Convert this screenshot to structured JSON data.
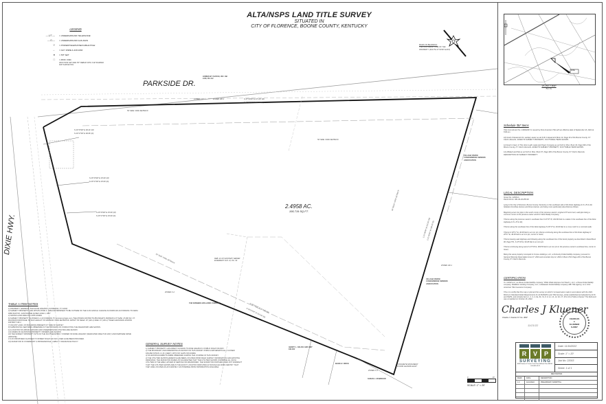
{
  "title": {
    "main": "ALTA/NSPS LAND TITLE SURVEY",
    "situated": "SITUATED IN",
    "location": "CITY OF FLORENCE, BOONE COUNTY, KENTUCKY"
  },
  "legend": {
    "heading": "LEGEND",
    "items": [
      {
        "symbol": "—UT—",
        "label": "= UNDERGROUND TELEPHONE"
      },
      {
        "symbol": "—G—",
        "label": "= UNDERGROUND GAS MAIN"
      },
      {
        "symbol": "Y",
        "label": "= POWER/TELEPHONE/CABLE POLE"
      },
      {
        "symbol": "→",
        "label": "= GUY WIRE & ANCHOR"
      },
      {
        "symbol": "●",
        "label": "= 5/8\" SET"
      },
      {
        "symbol": "□",
        "label": "= MON. FND."
      }
    ],
    "note": "IRON PINS SET ARE 5/8\" REBAR WITH CAP MARKED RVP SURVEYING"
  },
  "basis_of_bearings": {
    "heading": "BASIS OF BEARINGS:",
    "text": "THE NORTHEAST LINE OF THE PROPERTY (SOUTH 47°20'00\" EAST)"
  },
  "drawing": {
    "road_north": "PARKSIDE DR.",
    "road_west": "DIXIE HWY.",
    "area_acres": "2.4958 AC.",
    "area_sqft": "108,719 SQ.FT.",
    "zones": [
      "ZONED C-2",
      "ZONED UR-1",
      "ZONED C-2",
      "ZONED UR-1",
      "ZONED C-2"
    ],
    "bearings": {
      "north_line_m": "S 47°20'00\" E 471.00' (M)",
      "north_line_d": "S 47°20'00\" E 469.50' (D)",
      "west_1_m": "N 29°15'00\" E 90.24' (M)",
      "west_1_d": "N 29°17'00\" E 90.06' (D)",
      "west_2_m": "N 28°15'00\" E 45.00' (M)",
      "west_2_d": "N 28°17'00\" E 45.00' (D)",
      "west_3_m": "N 28°15'00\" E 45.00' (M)",
      "west_3_d": "N 28°17'00\" E 45.00' (D)",
      "south_line_m": "N 50°00'00\" W 313.00' (M)",
      "south_line_d": "N 50°07'00\" W 312.62' (D)",
      "east_line_m": "S 21°00'00\" W 241.00' (M)",
      "east_line_d": "S 21°05'00\" W 240.50' (D)"
    },
    "setbacks": [
      "50' SIDE YARD SETBACK",
      "50' SIDE YARD SETBACK",
      "50' REAR YARD SETBACK",
      "50' SIDE YARD SETBACK"
    ],
    "easement": "DEB. 22 20' SANITARY SEWER EASEMENT D.B. 13, PG. 33",
    "adjoiners": [
      "HOMES BY CHOICE, INC. DB 1116, PG 113",
      "VILLAGE PARKE CONDOMINIUM OWNERS ASSOCIATION",
      "VILLAGE PARKE CONDOMINIUM OWNERS ASSOCIATION",
      "THE DIXIEBRA-WILLIAMS COMPANY",
      "GERRY L. FELICE AND AMY FELICE",
      "MARK R. PRICE",
      "SUSAN J. ROBINSON"
    ],
    "monument": "CONCRETE MONUMENT FOUND LEANING EAST",
    "scale_label": "SCALE: 1\" = 20'",
    "scale_ticks": [
      "0",
      "20'"
    ]
  },
  "vicinity_map": {
    "caption": "VICINITY MAP",
    "subcaption": "N.T.S.",
    "site_label": "SITE"
  },
  "schedule_b": {
    "heading": "Schedule 'BII' Items",
    "items": [
      "Title Commitment No. 1336344KY-1 issued by First American Title with an effective date of September 16, 2022 at 8:00 am.",
      "10) Grant of Easement for sanitary sewer as set forth in Easement Book 13, Page 33 of the Boone County, KY Clerk's Records. AFFECTS SUBJECT PROPERTY, PLOTTABLE ITEMS SHOWN.",
      "11) Grant in favor of The Union Light, Heat and Power Company as set forth in Misc. Book 33, Page 649 of the Boone County, KY Clerk's Records. AFFECTS SUBJECT PROPERTY, PLOTTABLE ITEMS SHOWN.",
      "12) Affidavit and Plat as set forth in Misc. Book 87, Page 309 of the Boone County, KY Clerk's Records. DESCRIPTION OF SUBJECT PROPERTY."
    ]
  },
  "legal_description": {
    "heading": "LEGAL DESCRIPTION",
    "lines": [
      "Group No. 22003-A",
      "Parcel ID No. 061.00-29-055.00",
      "Lying in the City of Florence, Boone County, Kentucky on the southeast side of the Dixie Highway (U.S. 25 & 42) between Dorothea Avenue and Rose Avenue, and being more particularly described as follows:",
      "Beginning at an iron pipe in the south corner of the previous owner's original 4.87 acre tract, said pipe being a common corner to the previous owner and R.P. Dixie Realty Company;",
      "Thence along the previous owner's southeast line N 21°07' W, 323.00 feet to a stake in the southeast line of the Dixie Highway (U.S. 25 & 42);",
      "Thence along the southeast line of the Dixie Highway N 29°17' E, 40.00 feet to a cross notch in a concrete walk;",
      "Thence N 28°17' E, 40.00 feet to an iron pin; thence continuing along the southeast line of the Dixie Highway N 28°17' E, 40.00 feet to an iron pin, corner to Grant;",
      "Thence leaving said Highway and following along the southeast line of the Grant property as described in Deed Book 90, Page 571, S 47°20' E, 90.38 feet to an iron pin;",
      "Thence continuing along same S 47°20' E, 469.50 feet to an iron pin in the previous owner's southeast line, corner to Grant;",
      "Being the same property conveyed to Corpus Holdings, LLC, a Kentucky limited liability company, pursuant to General Warranty Deed dated June 27, 2019 and recorded July 12, 2019 in Book 3721 Page 226 of the Boone County, KY Clerk's Records."
    ]
  },
  "certification": {
    "heading": "CERTIFICATION",
    "lines": [
      "To: CDNP LLC, an Illinois limited liability company; White Water Express Car Wash 1, LLC, a Texas limited liability company; Middleton Holding Company, LLC, a Delaware limited liability company; RBI Title Agency, LLC; First American Title Insurance Company:",
      "This is to certify that this map or plat and the survey on which it is based were made in accordance with the 2021 Minimum Standard Detail Requirements for ALTA/NSPS Land Title Surveys, jointly established and adopted by ALTA and NSPS, and includes items 1, 2, 3, 4, 6a, 6b, 7a, 8, 9, 11, 13, 14, 16, 17, 18 & 19 of Table A thereof. The field work was completed on October 26, 2022."
    ],
    "surveyor_name": "Charles J. Kluener KY No. 3807",
    "signature": "Charles J Kluener",
    "date": "11/21/22"
  },
  "seal": {
    "state": "STATE OF OHIO",
    "name_line1": "CHARLES",
    "name_line2": "J.",
    "name_line3": "KLUENER",
    "number": "S-8007",
    "type": "PROFESSIONAL SURVEYOR"
  },
  "title_block": {
    "logo_letters": [
      "R",
      "V",
      "P"
    ],
    "company": "SURVEYING",
    "address": "6236 Sutton & Centre Park Drive Milford Ohio 45150 · 513-831-5170",
    "date": "Date:   11/16/2022",
    "scale": "Scale:   1\" = 20'",
    "job_no": "Job No:  22003",
    "sheet": "Sheet:    1    of    1",
    "brand_colors": {
      "bars": "#3d5a66",
      "letters": "#6b7a2a"
    }
  },
  "revisions": {
    "title": "REVISIONS",
    "headers": [
      "MARK",
      "DATE",
      "DESCRIPTION"
    ],
    "rows": [
      [
        "1.0",
        "11/16/2022",
        "PRELIMINARY SUBMITTAL"
      ]
    ]
  },
  "table_a_notes": {
    "heading": "TABLE A ITEM NOTES",
    "items": [
      "2) PROPERTY ADDRESS: 8023 DIXIE HIGHWAY, FLORENCE, KY 41042",
      "3) SUBJECT PROPERTY LIES WITHIN ZONE X, AREA DETERMINED TO BE OUTSIDE OF THE 0.2% ANNUAL CHANCE FLOODPLAIN ACCORDING TO FEMA FIRM MAP NO. 21015C0154E DATED JUNE 4, 2007",
      "4) GROSS LAND AREA IS 2.4958 ACRES",
      "6) SUBJECT PROPERTY IS ZONED C-2 ACCORDING TO boonecountygis.com (THE ZONING DISTRICTS BOUNDARY) MINIMUM LOT SIZE: 15,000 SQ. FT. MAXIMUM FRONTAGE: 50' MAX HEIGHT: 50' MINIMUM YARD SETBACKS: FRONT: 50' REAR: 25' (UR-1) SIDE: 15' (UR-1) *WHEN ADJOINING ZONING DISTRICT UR-1",
      "7) VACANT LAND, NO BUILDINGS PRESENT AT TIME OF SURVEY",
      "8) SUBSTANTIAL FEATURES OBSERVED IN THE PROCESS OF CONDUCTING THE FIELDWORK ARE SHOWN.",
      "11) LOCATION OF ABOVE GROUND AND UNDERGROUND UTILITIES ARE SHOWN.",
      "13) NAMES OF ADJOINING PROPERTY OWNERS ARE SHOWN.",
      "16) THE SUBJECT PROPERTY SITS ON THE SOUTHEASTERLY CORNER OF DIXIE HIGHWAY (DEDICATED RIGHT-OF-WAY) AND PARKSIDE DRIVE (PRIVATE).",
      "17) NO PROPOSED CHANGES TO STREET RIGHT-OF-WAY LINES HAVE BEEN PROVIDED.",
      "19) SURVEYOR IS COVERED BY A PROFESSIONAL LIABILITY INSURANCE POLICY."
    ]
  },
  "general_notes": {
    "heading": "GENERAL SURVEY NOTES",
    "items": [
      "1) SUBJECT PROPERTY HAS DIRECT ACCESS TO DIXIE HIGHWAY A PUBLIC RIGHT-OF-WAY.",
      "2) THE BOUNDARY AND DIMENSIONS AS SHOWN ON THIS SURVEY FORM A MATHEMATICALLY CLOSED FIGURE WITHIN 1:1 (0.1 FEET), WITH NO GAPS OR GORES.",
      "3) NO ENCROACHMENTS WERE OBSERVED DURING THE COURSE OF THIS SURVEY.",
      "4) THE UTILITIES SHOWN HEREON HAVE BEEN LOCATED FROM FIELD SURVEY INFORMATION AND EXISTING DRAWINGS. THE SURVEYOR MAKES NO GUARANTEE THAT THE UTILITIES SHOWN COMPRISE ALL SUCH UTILITIES IN THE AREA, EITHER IN SERVICE OR ABANDONED. THE SURVEYOR FURTHER DOES NOT WARRANT THAT THE UTILITIES SHOWN ARE IN THE EXACT LOCATION INDICATED ALTHOUGH HE DOES CERTIFY THAT THEY ARE LOCATED AS ACCURATELY AS POSSIBLE FROM INFORMATION AVAILABLE."
    ]
  }
}
